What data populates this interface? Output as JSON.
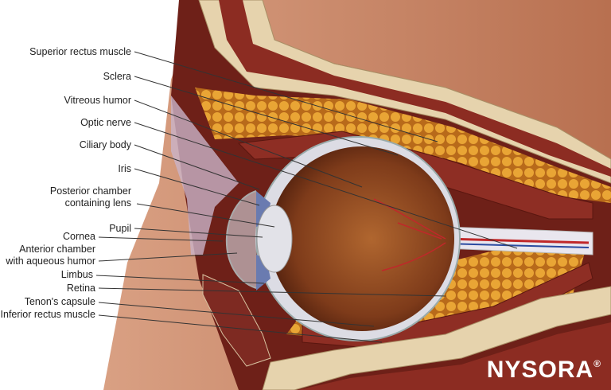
{
  "labels": {
    "superior_rectus": "Superior rectus muscle",
    "sclera": "Sclera",
    "vitreous": "Vitreous humor",
    "optic_nerve": "Optic nerve",
    "ciliary_body": "Ciliary body",
    "iris": "Iris",
    "posterior_chamber_1": "Posterior chamber",
    "posterior_chamber_2": "containing lens",
    "pupil": "Pupil",
    "cornea": "Cornea",
    "anterior_chamber_1": "Anterior chamber",
    "anterior_chamber_2": "with aqueous humor",
    "limbus": "Limbus",
    "retina": "Retina",
    "tenons": "Tenon's capsule",
    "inferior_rectus": "Inferior rectus muscle"
  },
  "logo": {
    "text": "NYSORA",
    "mark": "®"
  },
  "colors": {
    "skin": "#c98b6c",
    "bone": "#e6d3ad",
    "muscle": "#7a2a22",
    "fat": "#d99a2e",
    "eye": "#8a4a22"
  }
}
